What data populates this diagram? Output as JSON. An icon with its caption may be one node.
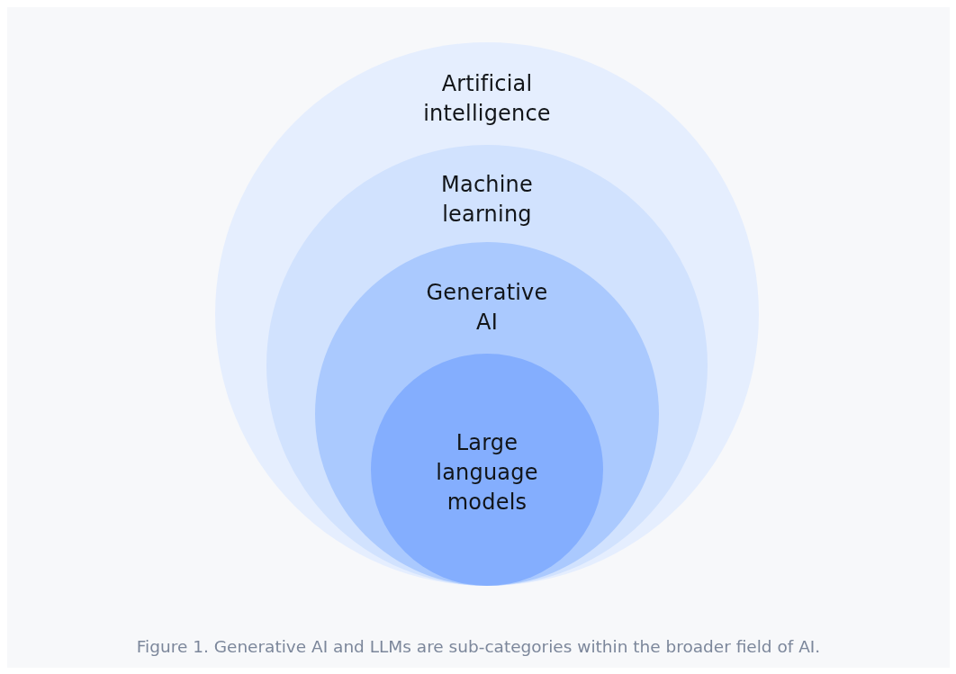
{
  "diagram": {
    "caption": "Figure 1. Generative AI and LLMs are sub-categories within the broader field of AI.",
    "nodes": [
      {
        "text": [
          "Artificial intelligence"
        ]
      },
      {
        "text": [
          "Machine learning"
        ],
        "in": 0
      },
      {
        "text": [
          "Generative AI"
        ],
        "in": 1
      },
      {
        "text": [
          "Large language models"
        ],
        "in": 2
      }
    ]
  }
}
